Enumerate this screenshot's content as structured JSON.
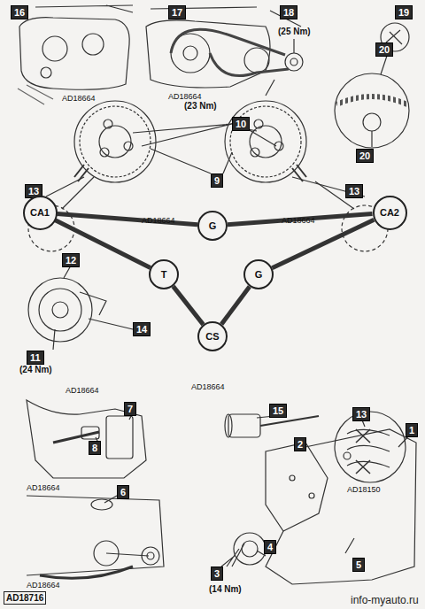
{
  "diagram": {
    "nodes": [
      {
        "text": [
          "CA1"
        ]
      },
      {
        "text": [
          "G"
        ]
      },
      {
        "text": [
          "CA2"
        ]
      },
      {
        "text": [
          "T"
        ]
      },
      {
        "text": [
          "G"
        ]
      },
      {
        "text": [
          "CS"
        ]
      }
    ],
    "edges": [
      {
        "from": 0,
        "to": 1,
        "arrow": "none"
      },
      {
        "from": 1,
        "to": 2,
        "arrow": "none"
      },
      {
        "from": 2,
        "to": 4,
        "arrow": "none"
      },
      {
        "from": 4,
        "to": 5,
        "arrow": "none"
      },
      {
        "from": 5,
        "to": 3,
        "arrow": "none"
      },
      {
        "from": 3,
        "to": 0,
        "arrow": "none"
      }
    ],
    "labels": [
      "16",
      "AD18664",
      "17",
      "18",
      "(25 Nm)",
      "19",
      "20",
      "AD18664",
      "20",
      "(23 Nm)",
      "10",
      "9",
      "13",
      "13",
      "AD18664",
      "AD18664",
      "12",
      "14",
      "11",
      "(24 Nm)",
      "AD18664",
      "AD18664",
      "13",
      "15",
      "AD18150",
      "7",
      "8",
      "AD18664",
      "6",
      "AD18664",
      "1",
      "2",
      "5",
      "3",
      "(14 Nm)",
      "4",
      "AD18716",
      "info-myauto.ru"
    ]
  }
}
